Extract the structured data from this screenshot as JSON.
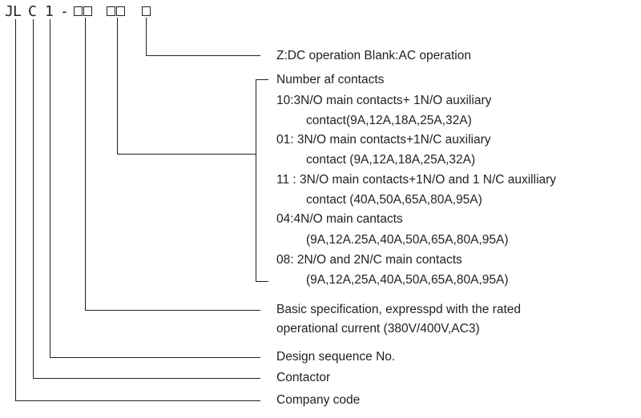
{
  "code": {
    "j_char": "J",
    "l_char": "L",
    "c_char": "C",
    "one_char": "1",
    "dash_char": "-"
  },
  "z_line": "Z:DC operation Blank:AC operation",
  "contacts": {
    "heading": "Number af contacts",
    "items": [
      {
        "line1": "10:3N/O main contacts+ 1N/O auxiliary",
        "line2": "contact(9A,12A,18A,25A,32A)"
      },
      {
        "line1": "01: 3N/O main contacts+1N/C auxiliary",
        "line2": "contact (9A,12A,18A,25A,32A)"
      },
      {
        "line1": "11 : 3N/O main contacts+1N/O and 1 N/C auxilliary",
        "line2": "contact (40A,50A,65A,80A,95A)"
      },
      {
        "line1": "04:4N/O main cantacts",
        "line2": "(9A,12A.25A,40A,50A,65A,80A,95A)"
      },
      {
        "line1": "08: 2N/O and 2N/C main contacts",
        "line2": "(9A,12A,25A,40A,50A,65A,80A,95A)"
      }
    ]
  },
  "basic_spec": {
    "line1": "Basic specification, expresspd with the rated",
    "line2": "operational current (380V/400V,AC3)"
  },
  "design_sequence": "Design sequence No.",
  "contactor": "Contactor",
  "company_code": "Company code"
}
